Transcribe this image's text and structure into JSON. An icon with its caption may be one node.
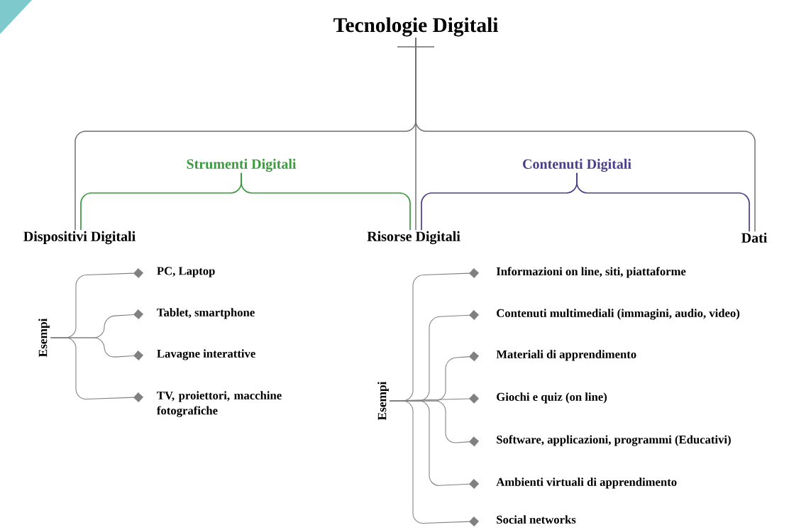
{
  "diagram": {
    "nodes": [
      {
        "text": [
          "Tecnologie Digitali"
        ]
      },
      {
        "text": [
          "Strumenti Digitali"
        ]
      },
      {
        "text": [
          "Contenuti Digitali"
        ]
      },
      {
        "text": [
          "Dispositivi Digitali"
        ]
      },
      {
        "text": [
          "Risorse Digitali"
        ]
      },
      {
        "text": [
          "Dati"
        ]
      },
      {
        "text": [
          "Esempi"
        ]
      },
      {
        "text": [
          "PC, Laptop"
        ]
      },
      {
        "text": [
          "Tablet, smartphone"
        ]
      },
      {
        "text": [
          "Lavagne interattive"
        ]
      },
      {
        "text": [
          "TV, proiettori, macchine fotografiche"
        ]
      },
      {
        "text": [
          "Esempi"
        ]
      },
      {
        "text": [
          "Informazioni on line, siti, piattaforme"
        ]
      },
      {
        "text": [
          "Contenuti multimediali (immagini, audio, video)"
        ]
      },
      {
        "text": [
          "Materiali di apprendimento"
        ]
      },
      {
        "text": [
          "Giochi e quiz (on line)"
        ]
      },
      {
        "text": [
          "Software, applicazioni, programmi (Educativi)"
        ]
      },
      {
        "text": [
          "Ambienti virtuali di apprendimento"
        ]
      },
      {
        "text": [
          "Social networks"
        ]
      }
    ],
    "edges": [
      {
        "from": 0,
        "to": 3,
        "arrow": "none"
      },
      {
        "from": 0,
        "to": 4,
        "arrow": "none"
      },
      {
        "from": 0,
        "to": 5,
        "arrow": "none"
      },
      {
        "from": 1,
        "to": 3,
        "arrow": "none",
        "color": "#3d9a40"
      },
      {
        "from": 1,
        "to": 4,
        "arrow": "none",
        "color": "#3d9a40"
      },
      {
        "from": 2,
        "to": 4,
        "arrow": "none",
        "color": "#4b3f8c"
      },
      {
        "from": 2,
        "to": 5,
        "arrow": "none",
        "color": "#4b3f8c"
      },
      {
        "from": 6,
        "to": 7,
        "arrow": "other"
      },
      {
        "from": 6,
        "to": 8,
        "arrow": "other"
      },
      {
        "from": 6,
        "to": 9,
        "arrow": "other"
      },
      {
        "from": 6,
        "to": 10,
        "arrow": "other"
      },
      {
        "from": 11,
        "to": 12,
        "arrow": "other"
      },
      {
        "from": 11,
        "to": 13,
        "arrow": "other"
      },
      {
        "from": 11,
        "to": 14,
        "arrow": "other"
      },
      {
        "from": 11,
        "to": 15,
        "arrow": "other"
      },
      {
        "from": 11,
        "to": 16,
        "arrow": "other"
      },
      {
        "from": 11,
        "to": 17,
        "arrow": "other"
      },
      {
        "from": 11,
        "to": 18,
        "arrow": "other"
      }
    ]
  }
}
